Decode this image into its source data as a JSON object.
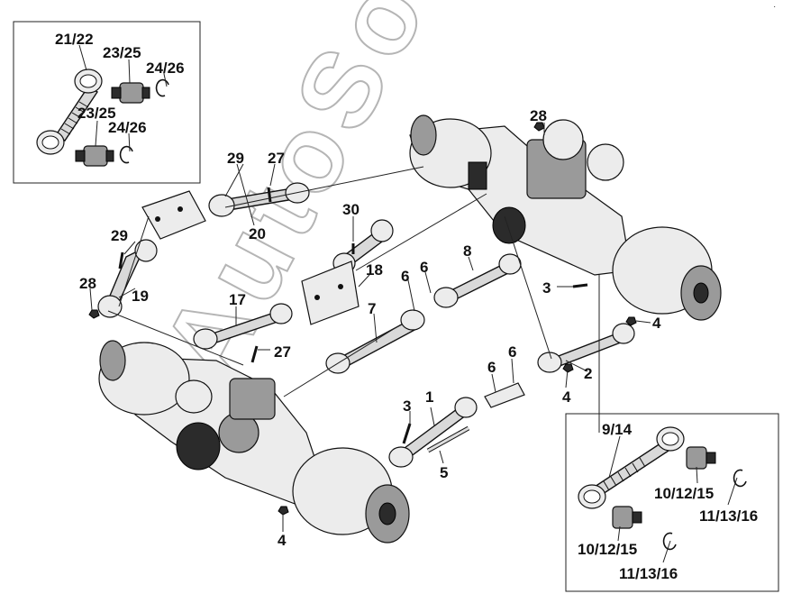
{
  "corner_mark": "·",
  "watermark": "AutoSoft",
  "labels": {
    "l_21_22": "21/22",
    "l_23_25a": "23/25",
    "l_24_26a": "24/26",
    "l_23_25b": "23/25",
    "l_24_26b": "24/26",
    "l_29a": "29",
    "l_27a": "27",
    "l_20": "20",
    "l_29b": "29",
    "l_28a": "28",
    "l_19": "19",
    "l_30": "30",
    "l_18": "18",
    "l_6a": "6",
    "l_6b": "6",
    "l_8": "8",
    "l_28b": "28",
    "l_17": "17",
    "l_7": "7",
    "l_3a": "3",
    "l_4a": "4",
    "l_27b": "27",
    "l_6c": "6",
    "l_6d": "6",
    "l_2": "2",
    "l_4b": "4",
    "l_1": "1",
    "l_3b": "3",
    "l_5": "5",
    "l_4c": "4",
    "l_9_14": "9/14",
    "l_10_12_15a": "10/12/15",
    "l_11_13_16a": "11/13/16",
    "l_10_12_15b": "10/12/15",
    "l_11_13_16b": "11/13/16"
  }
}
